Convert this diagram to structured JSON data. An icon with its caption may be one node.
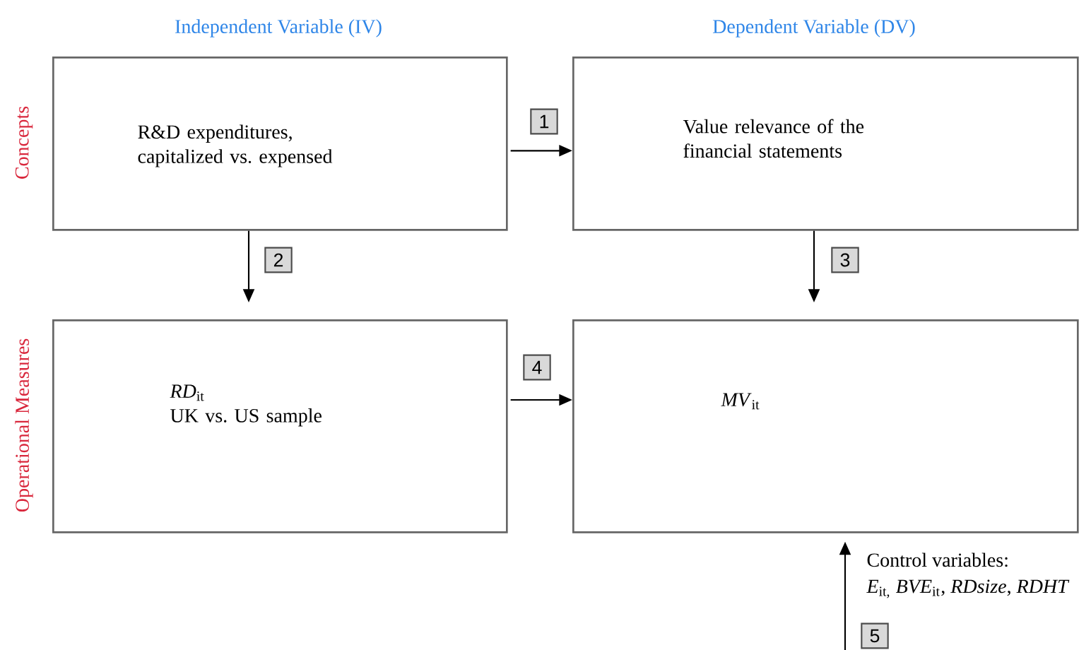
{
  "diagram": {
    "nodes": [
      {
        "text": [
          "R&D expenditures, capitalized vs. expensed"
        ]
      },
      {
        "text": [
          "Value relevance of the financial statements"
        ]
      },
      {
        "text": [
          "*RD*$_{it}$",
          "UK vs. US sample"
        ]
      },
      {
        "text": [
          "*MV*$_{it}$"
        ]
      }
    ],
    "edges": [
      {
        "from": 0,
        "to": 1,
        "arrow": "to",
        "label": "1"
      },
      {
        "from": 0,
        "to": 2,
        "arrow": "to",
        "label": "2"
      },
      {
        "from": 1,
        "to": 3,
        "arrow": "to",
        "label": "3"
      },
      {
        "from": 2,
        "to": 3,
        "arrow": "to",
        "label": "4"
      },
      {
        "from": null,
        "to": 3,
        "arrow": "to",
        "label": "5"
      }
    ],
    "labels": [
      "Independent Variable (IV)",
      "Dependent Variable (DV)",
      "Concepts",
      "Operational Measures",
      "Control variables:",
      "*E*$_{it,}$ *BVE*$_{it}$, *RDsize*, *RDHT*"
    ]
  }
}
